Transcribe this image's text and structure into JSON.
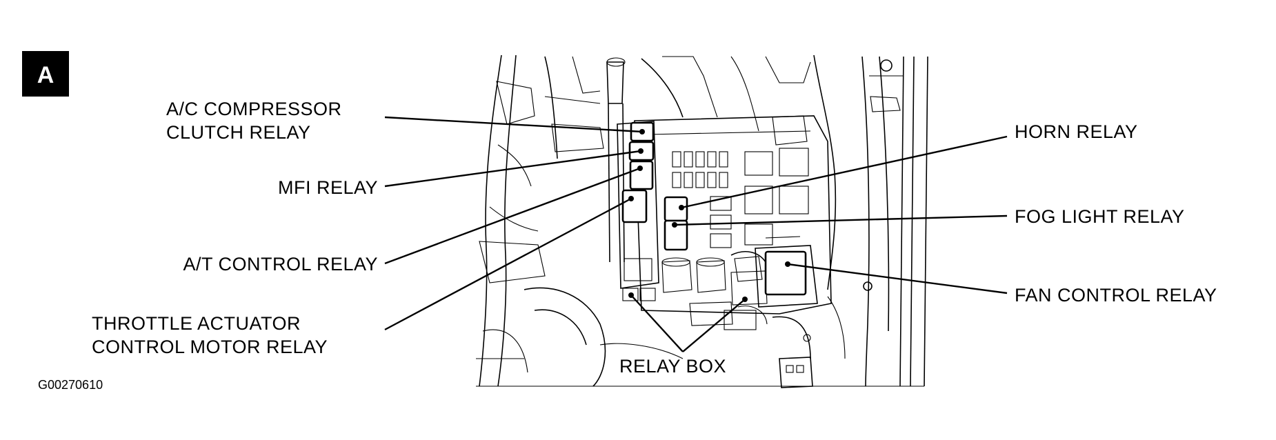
{
  "badge": "A",
  "figure_id": "G00270610",
  "labels": {
    "ac_line1": "A/C COMPRESSOR",
    "ac_line2": "CLUTCH RELAY",
    "mfi": "MFI RELAY",
    "at": "A/T CONTROL RELAY",
    "throttle_line1": "THROTTLE ACTUATOR",
    "throttle_line2": "CONTROL MOTOR RELAY",
    "relay_box": "RELAY BOX",
    "horn": "HORN RELAY",
    "fog": "FOG LIGHT RELAY",
    "fan": "FAN CONTROL RELAY"
  }
}
